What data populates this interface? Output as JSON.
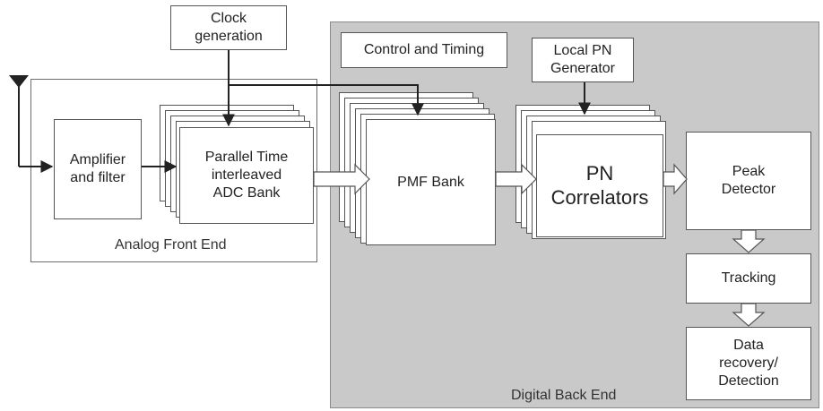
{
  "blocks": {
    "clock_generation": "Clock\ngeneration",
    "control_timing": "Control and Timing",
    "local_pn_generator": "Local PN\nGenerator",
    "amplifier_filter": "Amplifier\nand filter",
    "adc_bank": "Parallel Time\ninterleaved\nADC Bank",
    "pmf_bank": "PMF Bank",
    "pn_correlators": "PN\nCorrelators",
    "peak_detector": "Peak\nDetector",
    "tracking": "Tracking",
    "data_recovery": "Data\nrecovery/\nDetection"
  },
  "regions": {
    "analog_front_end": "Analog Front End",
    "digital_back_end": "Digital Back End"
  },
  "colors": {
    "digital_region_fill": "#c9c9c9",
    "box_fill": "#ffffff",
    "line": "#222222"
  },
  "icons": {
    "antenna": "antenna-icon"
  }
}
